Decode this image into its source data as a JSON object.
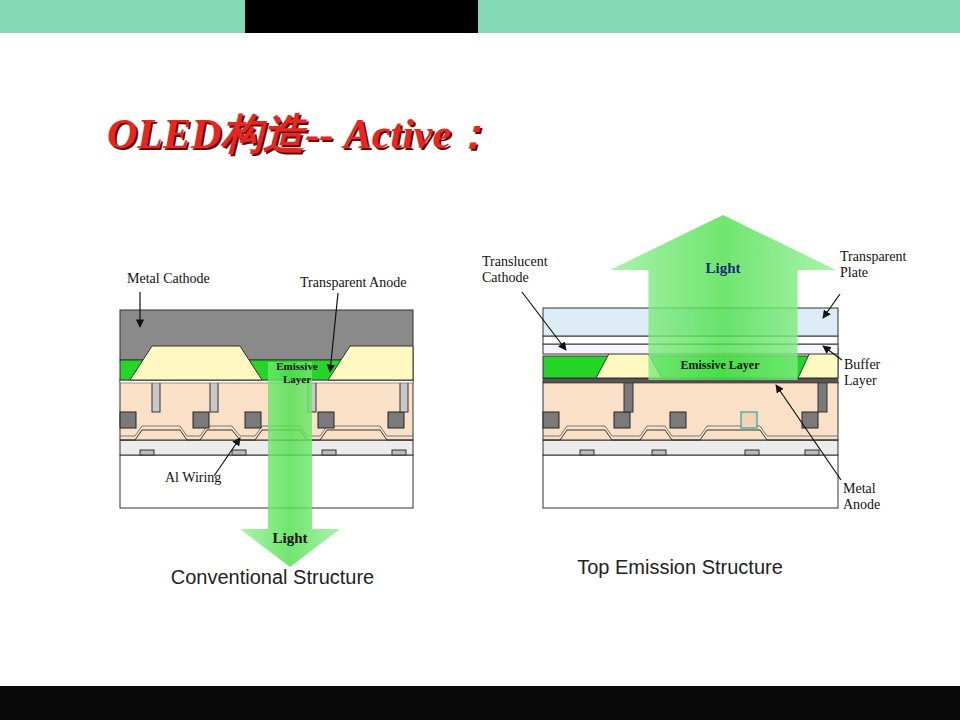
{
  "diagram": {
    "title": "OLED构造-- Active：",
    "nodes": [
      {
        "text": [
          "Light"
        ]
      },
      {
        "text": [
          "Light"
        ]
      }
    ],
    "labels": [
      "Metal Cathode",
      "Transparent Anode",
      "Emissive Layer",
      "Al Wiring",
      "Conventional Structure",
      "Translucent Cathode",
      "Transparent Plate",
      "Emissive Layer",
      "Buffer Layer",
      "Metal Anode",
      "Top Emission Structure"
    ]
  }
}
